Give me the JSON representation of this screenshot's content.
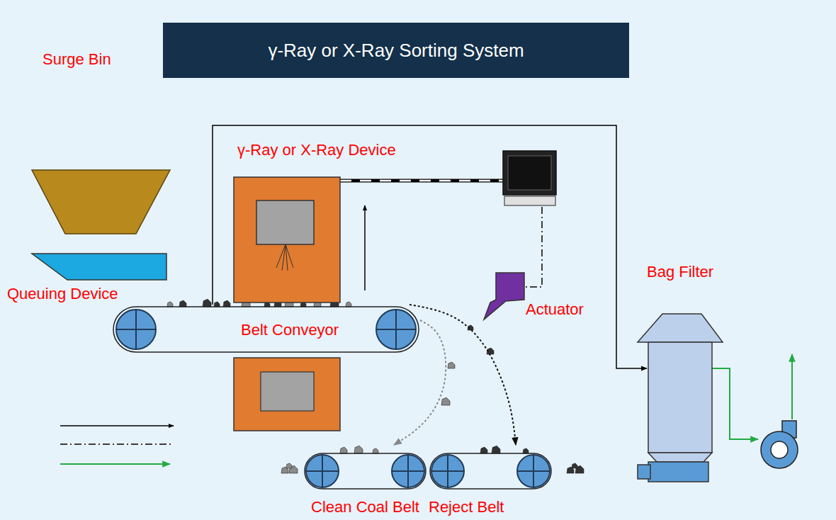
{
  "diagram": {
    "title": "γ-Ray or X-Ray Sorting System",
    "nodes": [
      {
        "text": [
          "Surge Bin"
        ]
      },
      {
        "text": [
          "γ-Ray or X-Ray Device"
        ]
      },
      {
        "text": [
          "Bag Filter"
        ]
      },
      {
        "text": [
          "Queuing Device"
        ]
      },
      {
        "text": [
          "Actuator"
        ]
      },
      {
        "text": [
          "Belt Conveyor"
        ]
      },
      {
        "text": [
          "Clean Coal Belt"
        ]
      },
      {
        "text": [
          "Reject Belt"
        ]
      }
    ],
    "edges": [
      {
        "from": 5,
        "to": 2,
        "arrow": "to"
      },
      {
        "from": 5,
        "to": 6,
        "arrow": "to"
      },
      {
        "from": 5,
        "to": 7,
        "arrow": "to"
      }
    ]
  }
}
